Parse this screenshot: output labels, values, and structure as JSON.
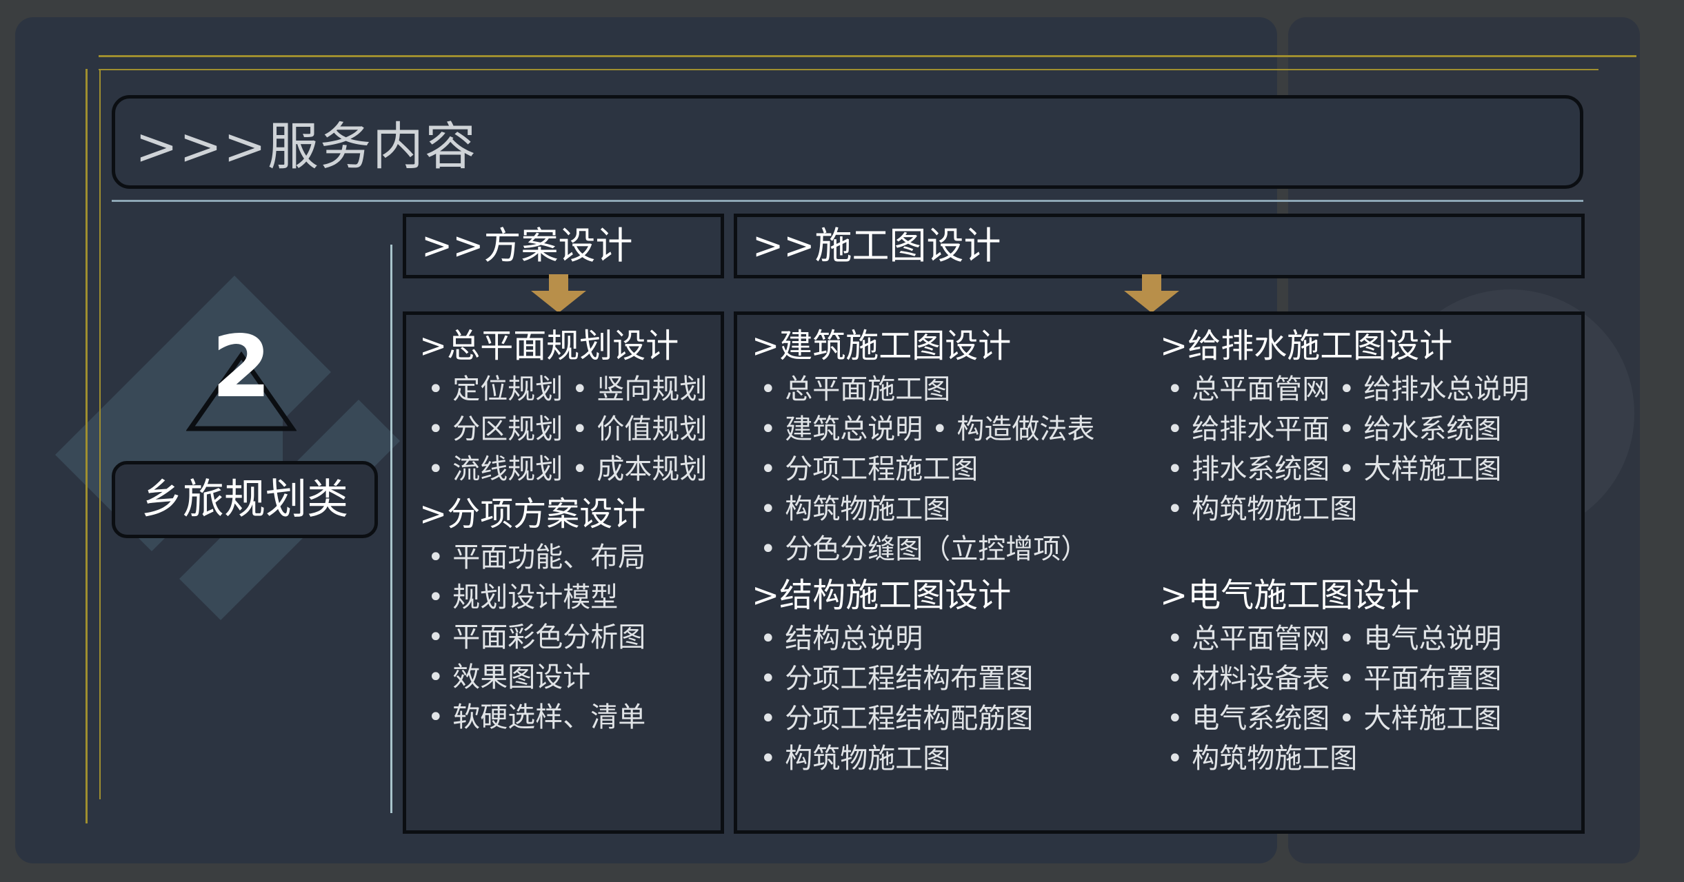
{
  "title": ">>>服务内容",
  "badge_number": "2",
  "category": "乡旅规划类",
  "headers": {
    "scheme": ">>方案设计",
    "construction": ">>施工图设计"
  },
  "scheme": {
    "sec1": ">总平面规划设计",
    "sec1_items": [
      "• 定位规划 • 竖向规划",
      "• 分区规划 • 价值规划",
      "• 流线规划 • 成本规划"
    ],
    "sec2": ">分项方案设计",
    "sec2_items": [
      "• 平面功能、布局",
      "• 规划设计模型",
      "• 平面彩色分析图",
      "• 效果图设计",
      "• 软硬选样、清单"
    ]
  },
  "construction": {
    "arch": ">建筑施工图设计",
    "arch_items": [
      "• 总平面施工图",
      "• 建筑总说明 • 构造做法表",
      "• 分项工程施工图",
      "• 构筑物施工图",
      "• 分色分缝图（立控增项）"
    ],
    "struct": ">结构施工图设计",
    "struct_items": [
      "• 结构总说明",
      "• 分项工程结构布置图",
      "• 分项工程结构配筋图",
      "• 构筑物施工图"
    ],
    "water": ">给排水施工图设计",
    "water_items": [
      "• 总平面管网 • 给排水总说明",
      "• 给排水平面 • 给水系统图",
      "• 排水系统图 • 大样施工图",
      "• 构筑物施工图"
    ],
    "elec": ">电气施工图设计",
    "elec_items": [
      "• 总平面管网 • 电气总说明",
      "• 材料设备表 • 平面布置图",
      "• 电气系统图 • 大样施工图",
      "• 构筑物施工图"
    ]
  },
  "colors": {
    "gold": "#a08f2f",
    "arrow": "#b88f4a",
    "panel": "#2c3441"
  }
}
